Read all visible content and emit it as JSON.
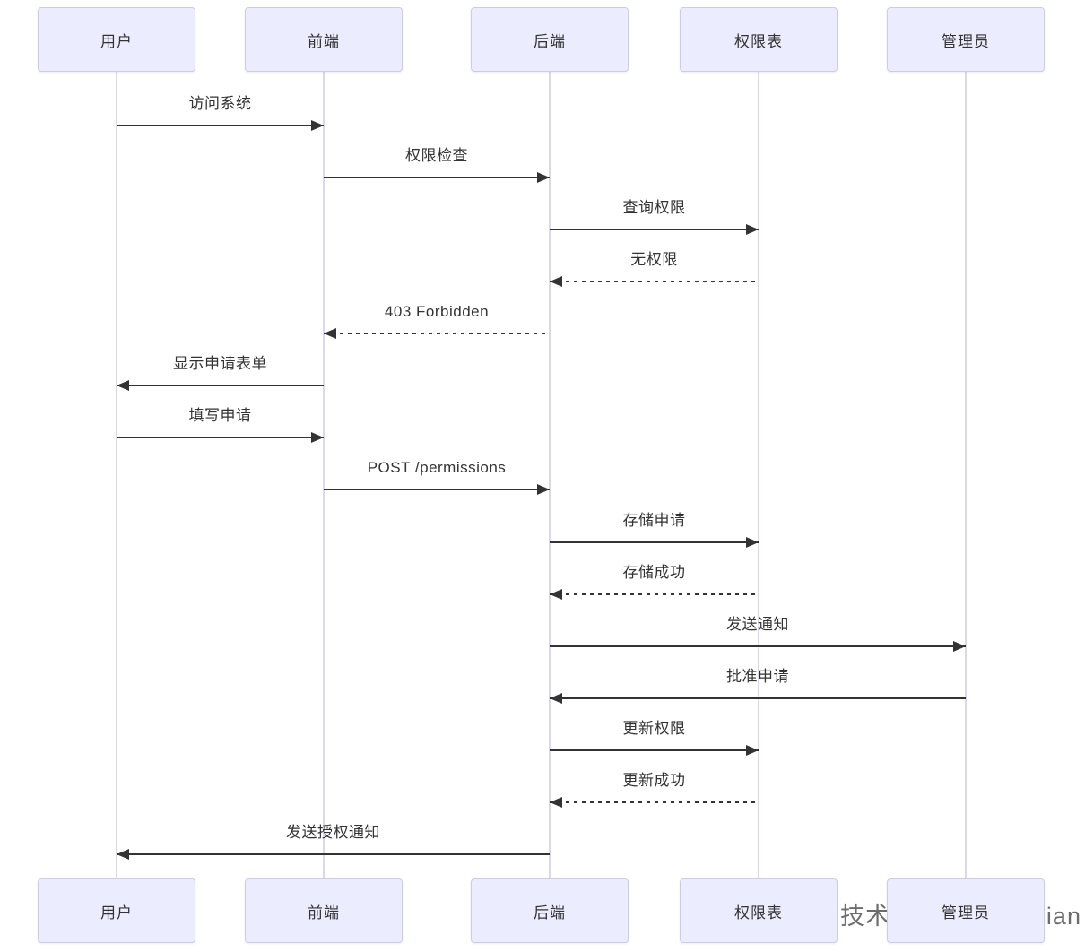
{
  "diagram": {
    "type": "sequence-diagram",
    "actors": [
      {
        "id": "user",
        "label": "用户"
      },
      {
        "id": "frontend",
        "label": "前端"
      },
      {
        "id": "backend",
        "label": "后端"
      },
      {
        "id": "permission-table",
        "label": "权限表"
      },
      {
        "id": "admin",
        "label": "管理员"
      }
    ],
    "messages": [
      {
        "from": 0,
        "to": 1,
        "label": "访问系统",
        "line": "solid"
      },
      {
        "from": 1,
        "to": 2,
        "label": "权限检查",
        "line": "solid"
      },
      {
        "from": 2,
        "to": 3,
        "label": "查询权限",
        "line": "solid"
      },
      {
        "from": 3,
        "to": 2,
        "label": "无权限",
        "line": "dashed"
      },
      {
        "from": 2,
        "to": 1,
        "label": "403 Forbidden",
        "line": "dashed"
      },
      {
        "from": 1,
        "to": 0,
        "label": "显示申请表单",
        "line": "solid"
      },
      {
        "from": 0,
        "to": 1,
        "label": "填写申请",
        "line": "solid"
      },
      {
        "from": 1,
        "to": 2,
        "label": "POST /permissions",
        "line": "solid"
      },
      {
        "from": 2,
        "to": 3,
        "label": "存储申请",
        "line": "solid"
      },
      {
        "from": 3,
        "to": 2,
        "label": "存储成功",
        "line": "dashed"
      },
      {
        "from": 2,
        "to": 4,
        "label": "发送通知",
        "line": "solid"
      },
      {
        "from": 4,
        "to": 2,
        "label": "批准申请",
        "line": "solid"
      },
      {
        "from": 2,
        "to": 3,
        "label": "更新权限",
        "line": "solid"
      },
      {
        "from": 3,
        "to": 2,
        "label": "更新成功",
        "line": "dashed"
      },
      {
        "from": 2,
        "to": 0,
        "label": "发送授权通知",
        "line": "solid"
      }
    ],
    "colors": {
      "actor_fill": "#ECECFF",
      "actor_border": "#CCCCE6",
      "lifeline": "#D8D8EE",
      "message": "#333333",
      "background": "#FFFFFF"
    }
  },
  "watermark": {
    "text": "掘金技术社区 @luckyJian"
  }
}
